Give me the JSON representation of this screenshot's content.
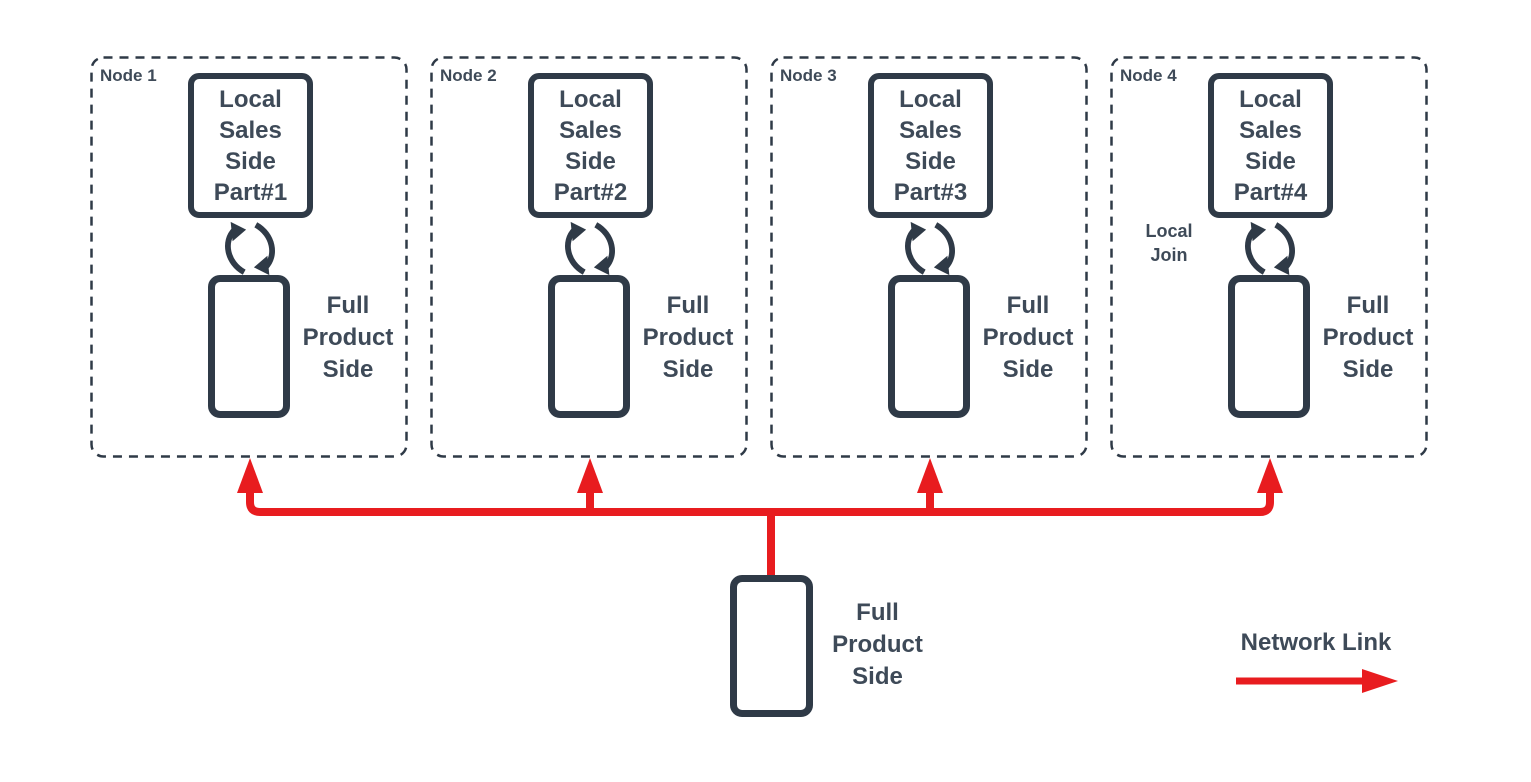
{
  "colors": {
    "red": "#e81c1f",
    "stroke": "#2f3a47",
    "text": "#3e4a58"
  },
  "nodes": [
    {
      "title": "Node 1",
      "sales": {
        "line1": "Local",
        "line2": "Sales",
        "line3": "Side",
        "line4": "Part#1"
      },
      "product": {
        "line1": "Full",
        "line2": "Product",
        "line3": "Side"
      }
    },
    {
      "title": "Node 2",
      "sales": {
        "line1": "Local",
        "line2": "Sales",
        "line3": "Side",
        "line4": "Part#2"
      },
      "product": {
        "line1": "Full",
        "line2": "Product",
        "line3": "Side"
      }
    },
    {
      "title": "Node 3",
      "sales": {
        "line1": "Local",
        "line2": "Sales",
        "line3": "Side",
        "line4": "Part#3"
      },
      "product": {
        "line1": "Full",
        "line2": "Product",
        "line3": "Side"
      }
    },
    {
      "title": "Node 4",
      "sales": {
        "line1": "Local",
        "line2": "Sales",
        "line3": "Side",
        "line4": "Part#4"
      },
      "product": {
        "line1": "Full",
        "line2": "Product",
        "line3": "Side"
      },
      "local_join": {
        "line1": "Local",
        "line2": "Join"
      }
    }
  ],
  "central": {
    "product": {
      "line1": "Full",
      "line2": "Product",
      "line3": "Side"
    }
  },
  "legend": {
    "label": "Network Link",
    "arrow_icon": "red-right-arrow"
  },
  "icons": {
    "node_exchange": "sync-arrows-icon",
    "network": "network-link-arrow-icon"
  }
}
